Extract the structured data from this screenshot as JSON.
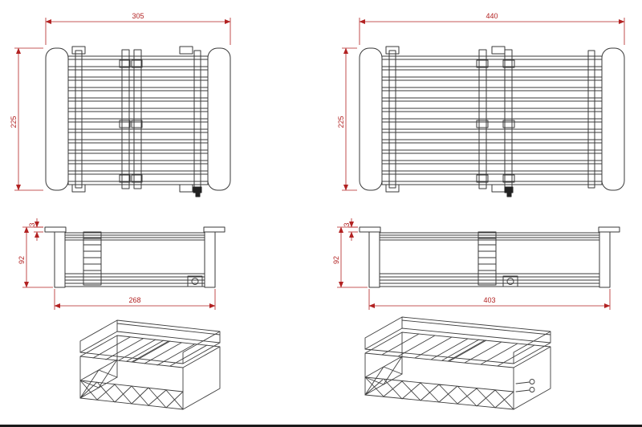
{
  "colors": {
    "dimension": "#b22222",
    "part_line": "#3a3a3a",
    "background": "#ffffff"
  },
  "dimensions": {
    "top_compact": {
      "width": "305",
      "height": "225"
    },
    "top_extended": {
      "width": "440",
      "height": "225"
    },
    "front_compact": {
      "lip": "3",
      "height": "92",
      "width": "268"
    },
    "front_extended": {
      "lip": "3",
      "height": "92",
      "width": "403"
    }
  }
}
